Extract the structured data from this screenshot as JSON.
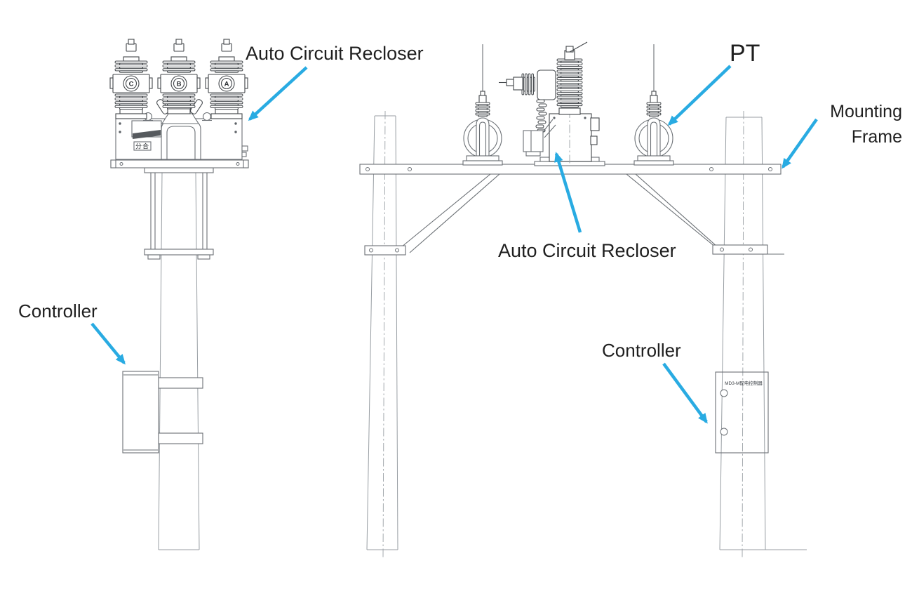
{
  "labels": {
    "recloser_left": "Auto Circuit Recloser",
    "recloser_center": "Auto Circuit Recloser",
    "pt": "PT",
    "mounting_frame_line1": "Mounting",
    "mounting_frame_line2": "Frame",
    "controller_left": "Controller",
    "controller_right": "Controller"
  },
  "annotations": {
    "phase_labels": [
      "C",
      "B",
      "A"
    ],
    "operation_plate": "分合",
    "controller_model_plate": "MD3-M配电控制器"
  },
  "colors": {
    "arrow": "#29ABE2",
    "drawing_line": "#6b7075",
    "dark_line": "#44484c",
    "text": "#1f1f1f",
    "background": "#ffffff"
  }
}
